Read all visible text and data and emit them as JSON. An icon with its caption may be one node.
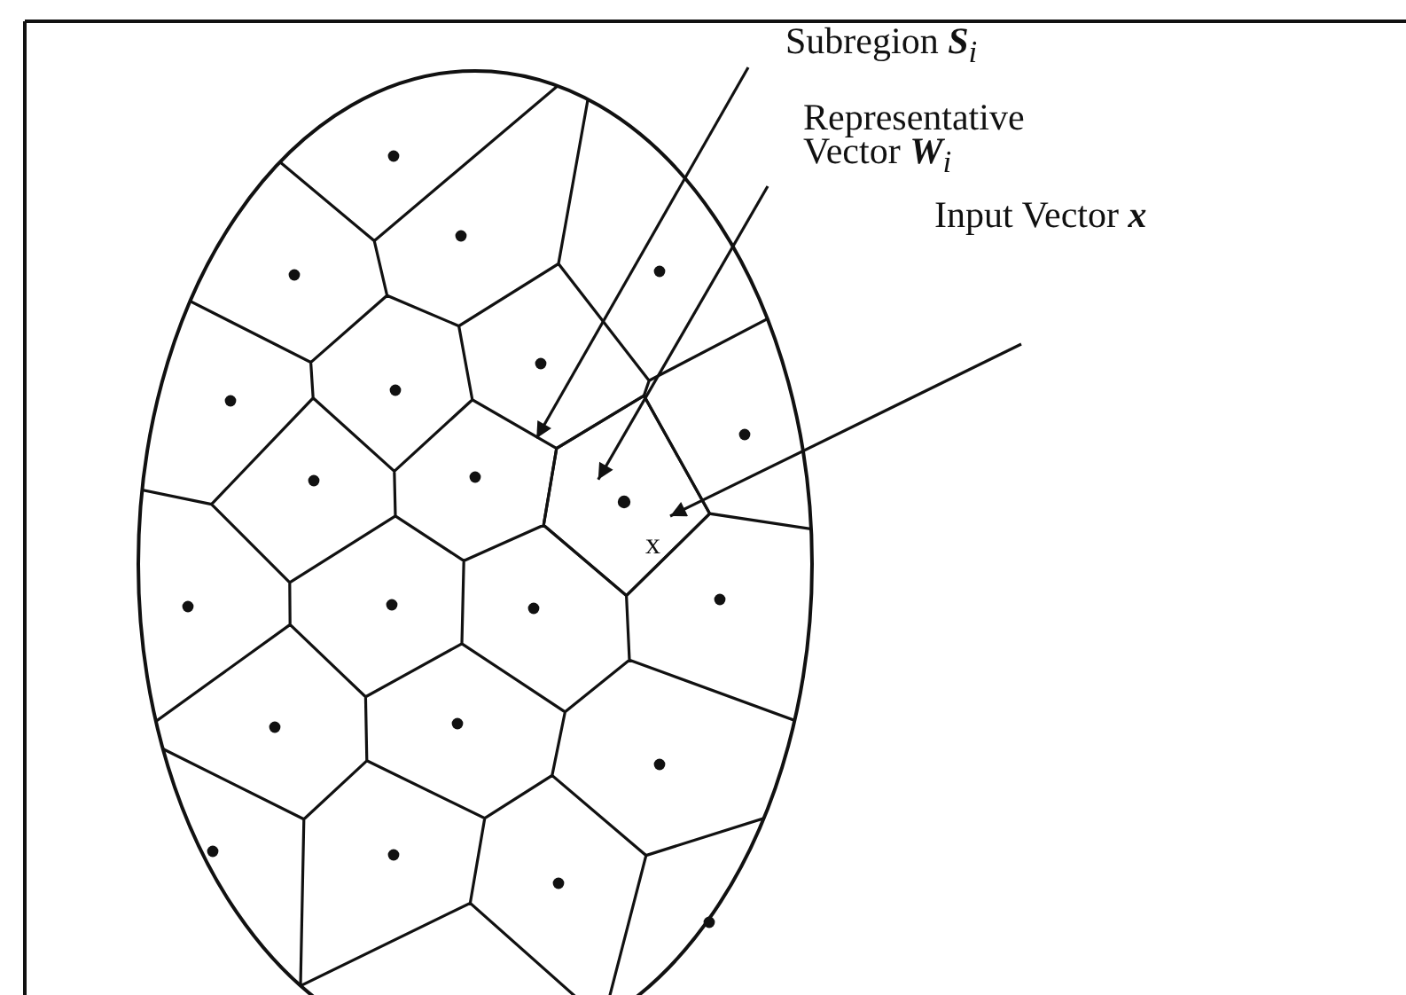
{
  "diagram": {
    "nodes": [
      {
        "text": [
          "Subregion **S**$_{i}$"
        ]
      },
      {
        "text": [
          "Representative Vector **W**$_{i}$"
        ]
      },
      {
        "text": [
          "Input Vector **x**"
        ]
      },
      {
        "text": [],
        "shape": "polygon"
      },
      {
        "text": [],
        "shape": "circle",
        "in": 3
      },
      {
        "text": [
          "x"
        ],
        "in": 3
      }
    ],
    "edges": [
      {
        "from": 0,
        "to": 3,
        "arrow": "to"
      },
      {
        "from": 1,
        "to": 4,
        "arrow": "to"
      },
      {
        "from": 2,
        "to": 5,
        "arrow": "to"
      }
    ]
  }
}
